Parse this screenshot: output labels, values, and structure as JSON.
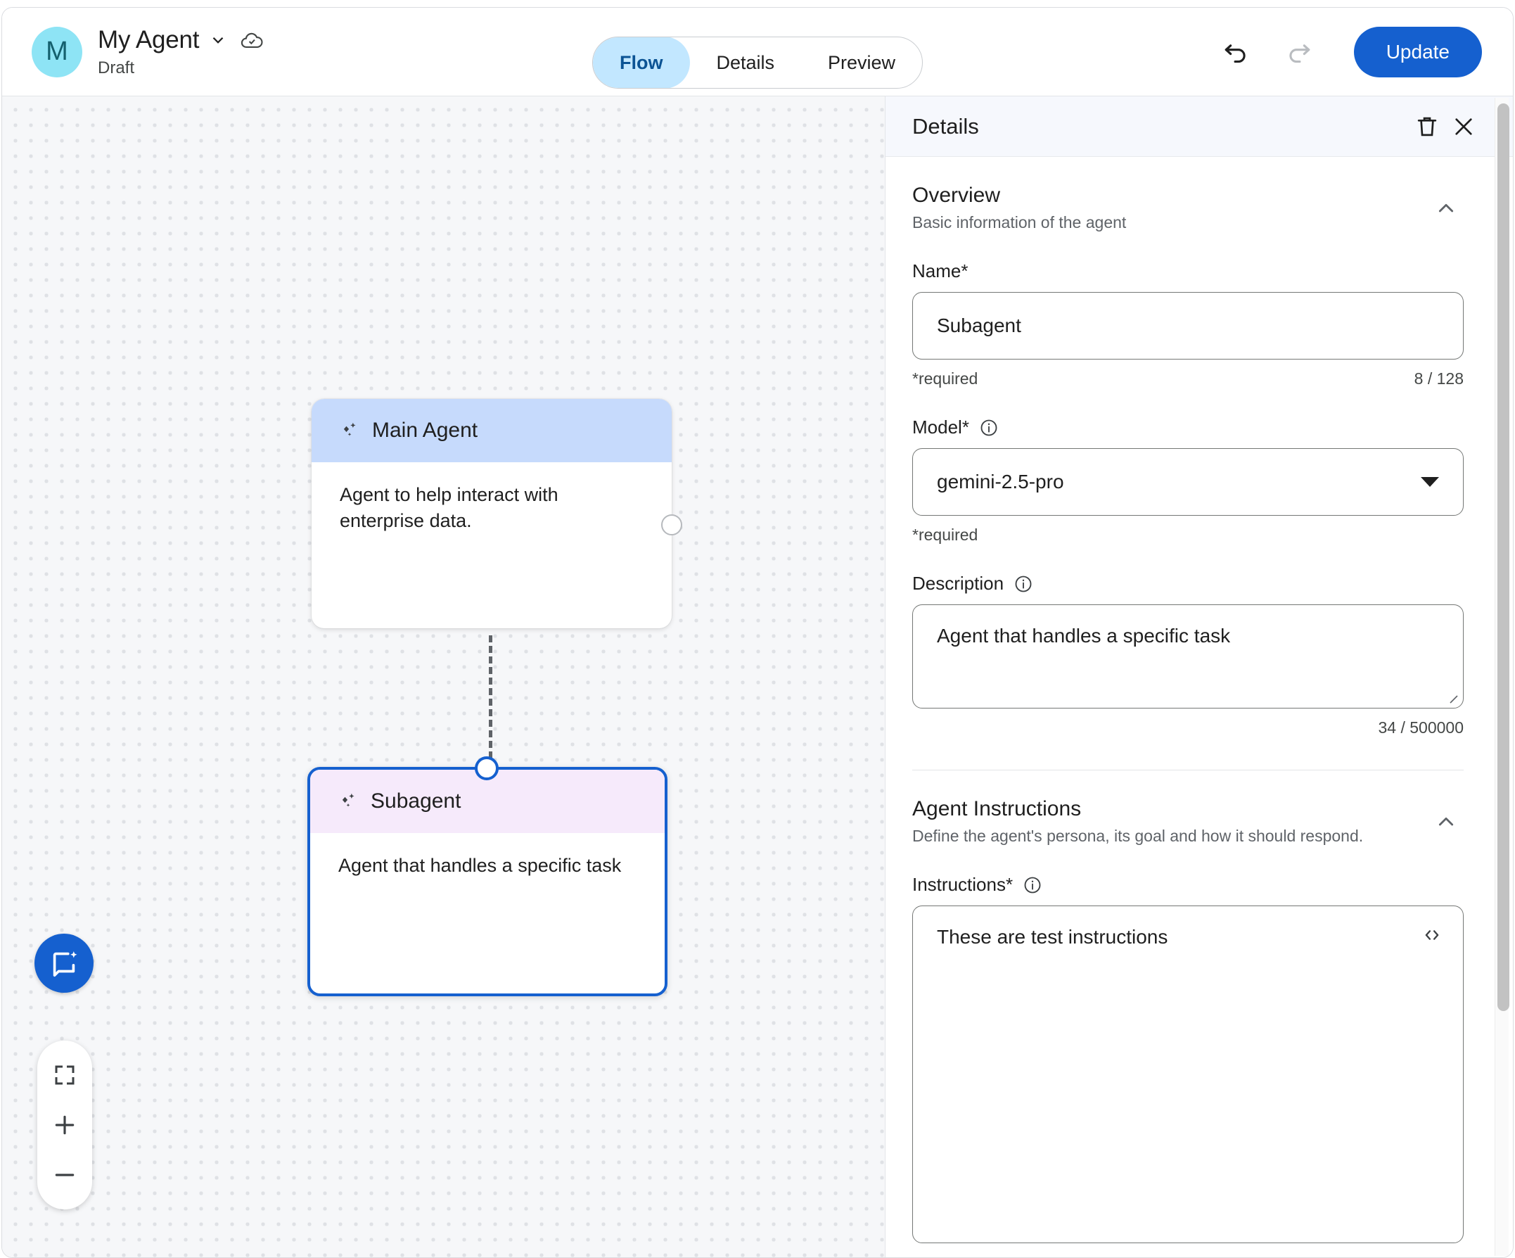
{
  "header": {
    "avatar_initial": "M",
    "agent_name": "My Agent",
    "status": "Draft",
    "chevron_icon": "chevron-down-icon",
    "cloud_icon": "cloud-saved-icon",
    "tabs": [
      {
        "label": "Flow",
        "active": true
      },
      {
        "label": "Details",
        "active": false
      },
      {
        "label": "Preview",
        "active": false
      }
    ],
    "undo_icon": "undo-icon",
    "redo_icon": "redo-icon",
    "update_label": "Update",
    "accent_color": "#1560cf",
    "active_tab_bg": "#c2e7ff",
    "active_tab_color": "#0b5394"
  },
  "canvas": {
    "nodes": [
      {
        "id": "main-agent",
        "title": "Main Agent",
        "description": "Agent to help interact with enterprise data.",
        "header_color": "#c6dafc",
        "selected": false
      },
      {
        "id": "subagent",
        "title": "Subagent",
        "description": "Agent that handles a specific task",
        "header_color": "#f6eafb",
        "selected": true
      }
    ],
    "controls": {
      "assistant_icon": "chat-sparkle-icon",
      "fit_view_icon": "fit-screen-icon",
      "zoom_in_icon": "plus-icon",
      "zoom_out_icon": "minus-icon"
    }
  },
  "panel": {
    "title": "Details",
    "delete_icon": "trash-icon",
    "close_icon": "close-icon",
    "overview": {
      "title": "Overview",
      "subtitle": "Basic information of the agent",
      "collapse_icon": "chevron-up-icon",
      "name": {
        "label": "Name*",
        "value": "Subagent",
        "helper": "*required",
        "counter": "8 / 128"
      },
      "model": {
        "label": "Model*",
        "info_icon": "info-icon",
        "value": "gemini-2.5-pro",
        "helper": "*required",
        "dropdown_icon": "caret-down-icon"
      },
      "description": {
        "label": "Description",
        "info_icon": "info-icon",
        "value": "Agent that handles a specific task",
        "counter": "34 / 500000"
      }
    },
    "instructions_section": {
      "title": "Agent Instructions",
      "subtitle": "Define the agent's persona, its goal and how it should respond.",
      "collapse_icon": "chevron-up-icon",
      "instructions": {
        "label": "Instructions*",
        "info_icon": "info-icon",
        "value": "These are test instructions",
        "code_icon": "code-brackets-icon"
      }
    }
  }
}
